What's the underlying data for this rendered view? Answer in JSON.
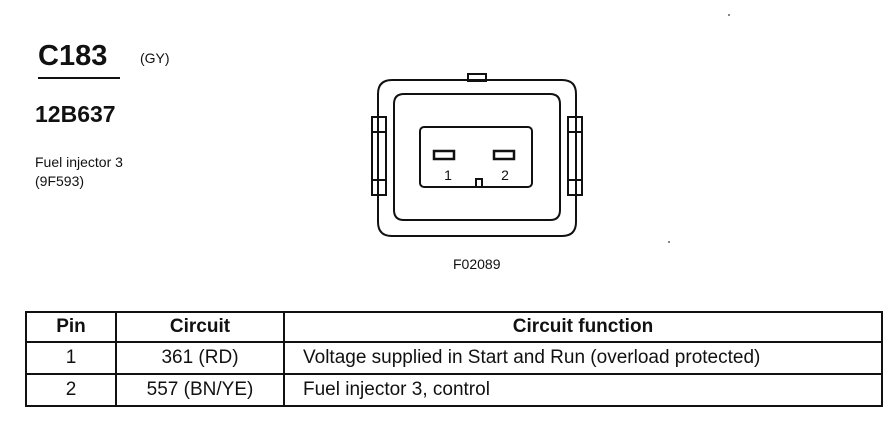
{
  "connector": {
    "id": "C183",
    "color": "(GY)",
    "part_number": "12B637",
    "description_line1": "Fuel injector 3",
    "description_line2": "(9F593)"
  },
  "diagram": {
    "pin_labels": [
      "1",
      "2"
    ],
    "figure_id": "F02089"
  },
  "table": {
    "headers": [
      "Pin",
      "Circuit",
      "Circuit function"
    ],
    "rows": [
      {
        "pin": "1",
        "circuit": "361 (RD)",
        "function": "Voltage supplied in Start and Run (overload protected)"
      },
      {
        "pin": "2",
        "circuit": "557 (BN/YE)",
        "function": "Fuel injector 3, control"
      }
    ]
  }
}
